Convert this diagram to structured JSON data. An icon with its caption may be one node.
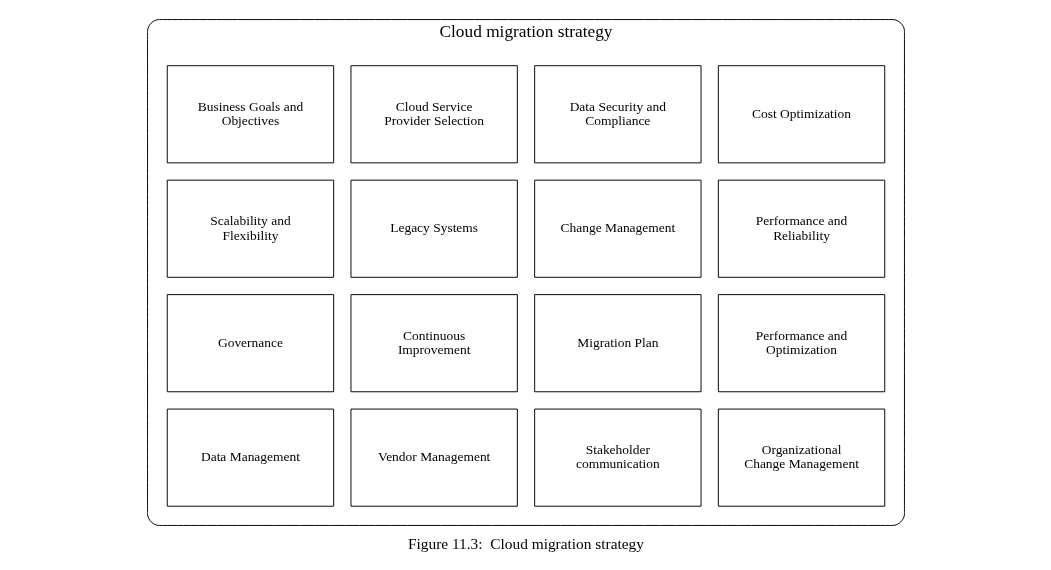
{
  "diagram": {
    "caption": "Figure 11.3:  Cloud migration strategy",
    "nodes": [
      {
        "text": [
          "Cloud migration strategy"
        ]
      },
      {
        "text": [
          "Business Goals and Objectives"
        ],
        "in": 0
      },
      {
        "text": [
          "Cloud Service Provider Selection"
        ],
        "in": 0
      },
      {
        "text": [
          "Data Security and Compliance"
        ],
        "in": 0
      },
      {
        "text": [
          "Cost Optimization"
        ],
        "in": 0
      },
      {
        "text": [
          "Scalability and Flexibility"
        ],
        "in": 0
      },
      {
        "text": [
          "Legacy Systems"
        ],
        "in": 0
      },
      {
        "text": [
          "Change Management"
        ],
        "in": 0
      },
      {
        "text": [
          "Performance and Reliability"
        ],
        "in": 0
      },
      {
        "text": [
          "Governance"
        ],
        "in": 0
      },
      {
        "text": [
          "Continuous Improvement"
        ],
        "in": 0
      },
      {
        "text": [
          "Migration Plan"
        ],
        "in": 0
      },
      {
        "text": [
          "Performance and Optimization"
        ],
        "in": 0
      },
      {
        "text": [
          "Data Management"
        ],
        "in": 0
      },
      {
        "text": [
          "Vendor Management"
        ],
        "in": 0
      },
      {
        "text": [
          "Stakeholder communication"
        ],
        "in": 0
      },
      {
        "text": [
          "Organizational Change Management"
        ],
        "in": 0
      }
    ]
  }
}
